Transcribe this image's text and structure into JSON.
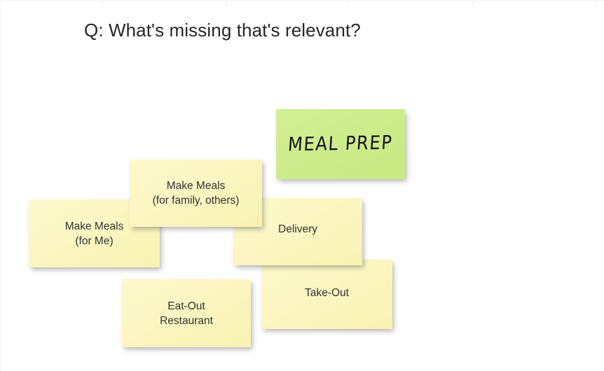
{
  "slide": {
    "title": "Q: What's missing that's relevant?",
    "background_color": "#ffffff",
    "title_color": "#262626"
  },
  "notes": [
    {
      "id": "meal-prep",
      "text": "MEAL PREP",
      "color": "#cdec8c",
      "style": "handwritten"
    },
    {
      "id": "make-meals-family",
      "text": "Make Meals\n(for family, others)",
      "color": "#fbf6c2",
      "style": "typed"
    },
    {
      "id": "make-meals-me",
      "text": "Make Meals\n(for Me)",
      "color": "#fbf6c2",
      "style": "typed"
    },
    {
      "id": "delivery",
      "text": "Delivery",
      "color": "#fbf6c2",
      "style": "typed"
    },
    {
      "id": "take-out",
      "text": "Take-Out",
      "color": "#fbf6c2",
      "style": "typed"
    },
    {
      "id": "eat-out",
      "text": "Eat-Out\nRestaurant",
      "color": "#fbf6c2",
      "style": "typed"
    }
  ]
}
